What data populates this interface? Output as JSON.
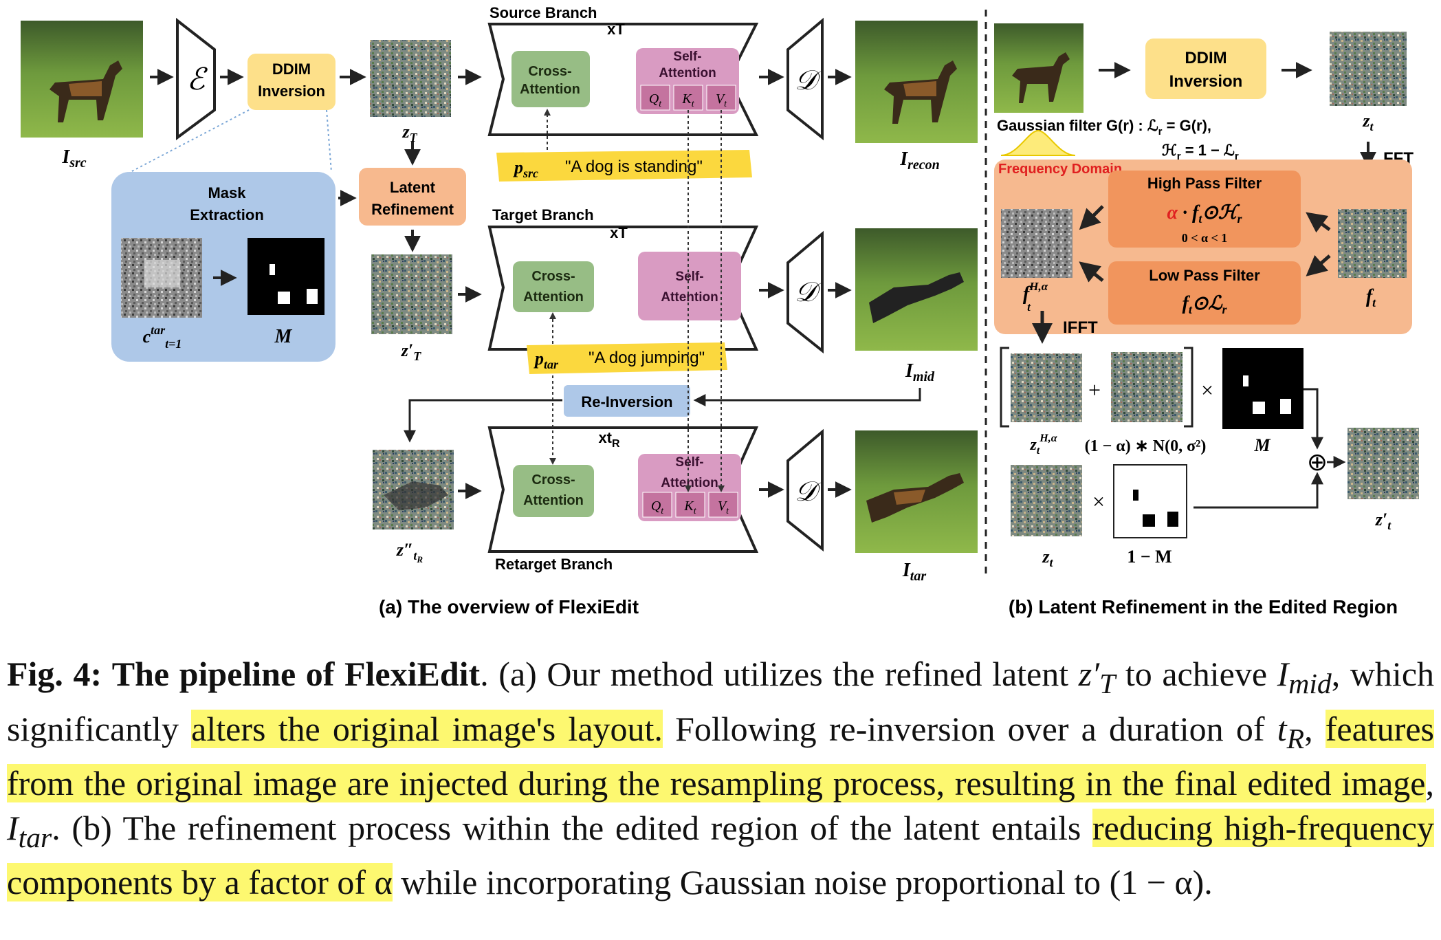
{
  "panel_a": {
    "caption": "(a) The overview of FlexiEdit",
    "src_image_label": "I",
    "src_image_sub": "src",
    "encoder_symbol": "ℰ",
    "decoder_symbol": "𝒟",
    "ddim_inversion": "DDIM Inversion",
    "zT_label": "z",
    "zT_sub": "T",
    "source_branch": "Source Branch",
    "target_branch": "Target Branch",
    "retarget_branch": "Retarget Branch",
    "xT": "xT",
    "xtR": "xt",
    "xtR_sub": "R",
    "cross_attention": "Cross-Attention",
    "self_attention": "Self-Attention",
    "q": "Q",
    "k": "K",
    "v": "V",
    "qkv_sub": "t",
    "p_src": "p",
    "p_src_sub": "src",
    "p_src_text": "\"A dog is standing\"",
    "p_tar": "p",
    "p_tar_sub": "tar",
    "p_tar_text": "\"A dog jumping\"",
    "mask_extraction": "Mask Extraction",
    "c_tar": "c",
    "c_tar_sup": "tar",
    "c_tar_sub": "t=1",
    "m_label": "M",
    "latent_refinement": "Latent Refinement",
    "zpT": "z′",
    "zpT_sub": "T",
    "re_inversion": "Re-Inversion",
    "zpp": "z″",
    "zpp_sub": "t",
    "zpp_subsub": "R",
    "i_recon": "I",
    "i_recon_sub": "recon",
    "i_mid": "I",
    "i_mid_sub": "mid",
    "i_tar": "I",
    "i_tar_sub": "tar"
  },
  "panel_b": {
    "caption": "(b) Latent Refinement in the Edited Region",
    "ddim_inversion": "DDIM Inversion",
    "zt": "z",
    "zt_sub": "t",
    "gaussian_filter": "Gaussian filter G(r) : ℒ",
    "gaussian_filter_b": " = G(r),",
    "h_eq": "ℋ",
    "h_eq_b": " = 1 − ℒ",
    "r_sub": "r",
    "fft": "FFT",
    "ifft": "IFFT",
    "frequency_domain": "Frequency Domain",
    "high_pass": "High Pass Filter",
    "high_formula_alpha": "α",
    "high_formula_rest": " · f",
    "high_formula_tail": "⊙ℋ",
    "alpha_range": "0 < α < 1",
    "low_pass": "Low Pass Filter",
    "low_formula": "f",
    "low_formula_tail": "⊙ℒ",
    "f_t": "f",
    "f_t_sub": "t",
    "f_h": "f",
    "f_h_sup": "H,α",
    "f_h_sub": "t",
    "z_h": "z",
    "z_h_sub": "t",
    "z_h_sup": "H,α",
    "noise_term": "(1 − α) ∗ N(0, σ²)",
    "m_label": "M",
    "one_minus_m": "1 − M",
    "zt2": "z",
    "zt2_sub": "t",
    "zpt": "z′",
    "zpt_sub": "t",
    "plus": "+",
    "times": "×",
    "oplus": "⊕"
  },
  "caption": {
    "fig_label": "Fig. 4:",
    "fig_title": "The pipeline of FlexiEdit",
    "part1": ". (a) Our method utilizes the refined latent ",
    "zT": "z′",
    "zT_sub": "T",
    "part2": " to achieve ",
    "Imid": "I",
    "Imid_sub": "mid",
    "part3": ", which significantly ",
    "hl1": "alters the original image's layout.",
    "part4": " Following re-inversion over a duration of ",
    "tR": "t",
    "tR_sub": "R",
    "part5": ", ",
    "hl2": "features from the original image are injected during the resampling process, resulting in the final edited image",
    "part6": ", ",
    "Itar": "I",
    "Itar_sub": "tar",
    "part7": ". (b) The refinement process within the edited region of the latent entails ",
    "hl3": "reducing high-frequency components by a factor of α",
    "part8": " while incorporating Gaussian noise proportional to (1 − α)."
  }
}
